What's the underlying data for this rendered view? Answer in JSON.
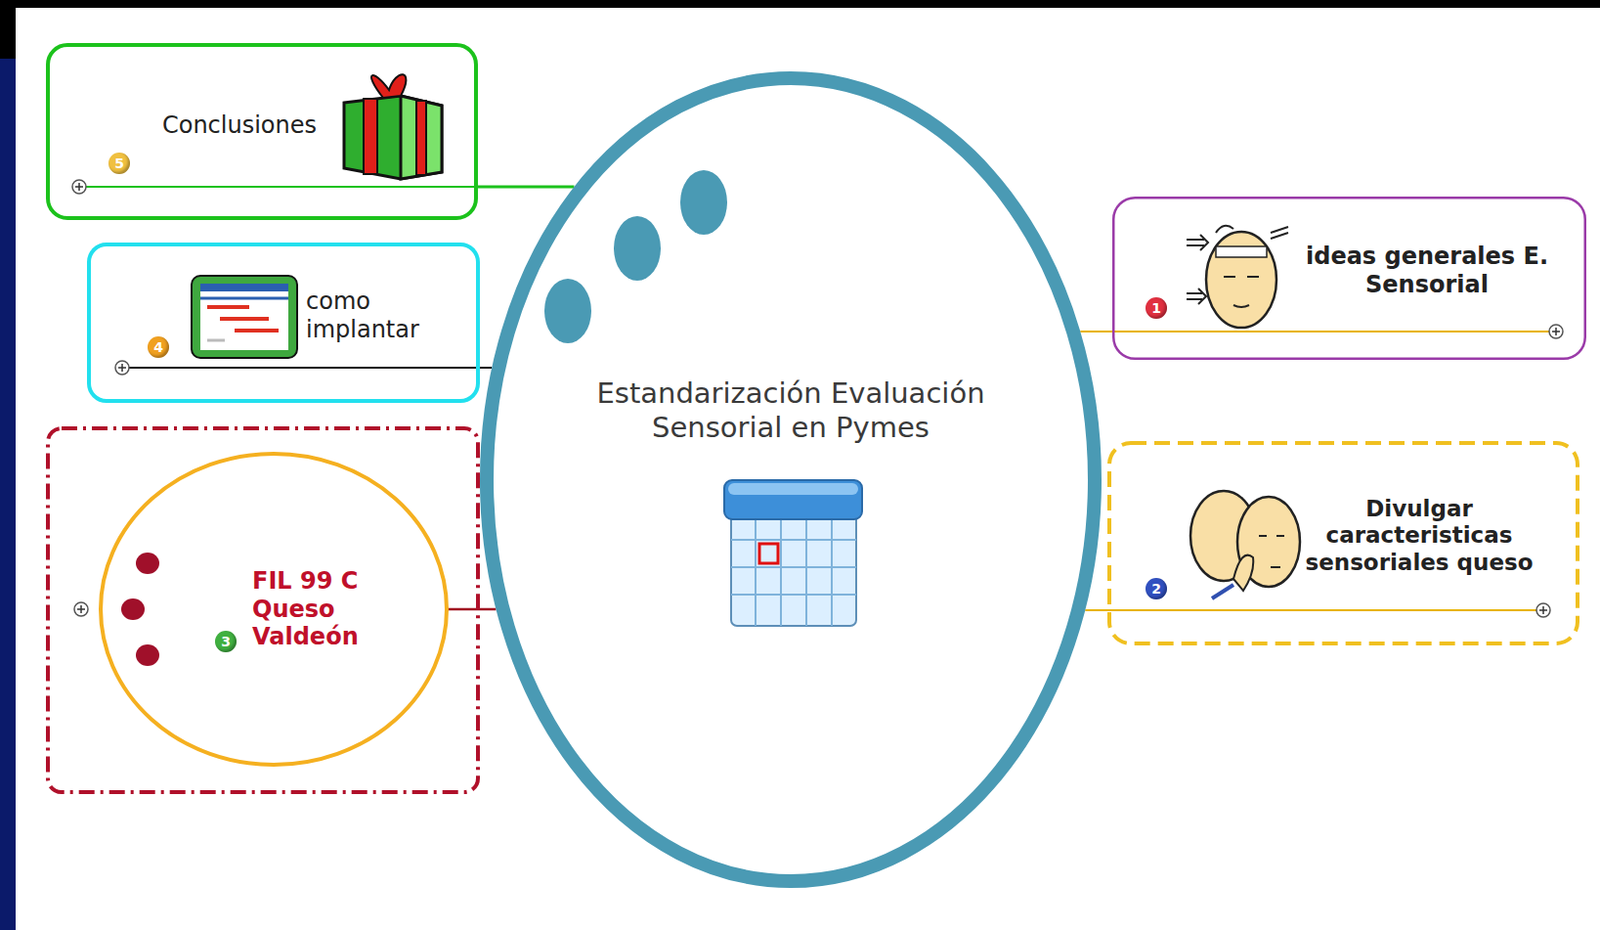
{
  "diagram": {
    "nodes": [
      {
        "text": [
          "Estandarización Evaluación Sensorial en Pymes"
        ]
      },
      {
        "text": [
          "ideas generales E. Sensorial"
        ]
      },
      {
        "text": [
          "Divulgar caracteristicas sensoriales queso"
        ]
      },
      {
        "text": [
          "FIL 99 C Queso Valdeón"
        ]
      },
      {
        "text": [
          "como implantar"
        ]
      },
      {
        "text": [
          "Conclusiones"
        ]
      }
    ],
    "edges": [
      {
        "from": 0,
        "to": 1,
        "arrow": "none"
      },
      {
        "from": 0,
        "to": 2,
        "arrow": "none"
      },
      {
        "from": 0,
        "to": 3,
        "arrow": "none"
      },
      {
        "from": 0,
        "to": 4,
        "arrow": "none"
      },
      {
        "from": 0,
        "to": 5,
        "arrow": "none"
      }
    ],
    "labels": [
      "1",
      "2",
      "3",
      "4",
      "5"
    ]
  }
}
